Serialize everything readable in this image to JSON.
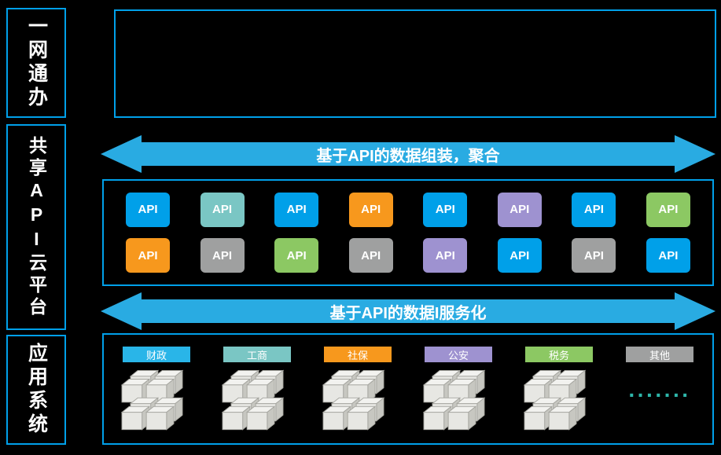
{
  "colors": {
    "background": "#000000",
    "panel_border": "#00a0e9",
    "arrow": "#29abe2",
    "dots": "#2eb6aa"
  },
  "sidebar": {
    "sections": [
      {
        "label": "一网通办"
      },
      {
        "label": "共享API云平台"
      },
      {
        "label": "应用系统"
      }
    ]
  },
  "arrows": {
    "assembly": "基于API的数据组装，聚合",
    "service": "基于API的数据I服务化"
  },
  "api_grid": {
    "rows": [
      [
        {
          "label": "API",
          "color": "#00a0e9"
        },
        {
          "label": "API",
          "color": "#7ac6c4"
        },
        {
          "label": "API",
          "color": "#00a0e9"
        },
        {
          "label": "API",
          "color": "#f7981d"
        },
        {
          "label": "API",
          "color": "#00a0e9"
        },
        {
          "label": "API",
          "color": "#9e92d0"
        },
        {
          "label": "API",
          "color": "#00a0e9"
        },
        {
          "label": "API",
          "color": "#8cc863"
        }
      ],
      [
        {
          "label": "API",
          "color": "#f7981d"
        },
        {
          "label": "API",
          "color": "#9fa0a0"
        },
        {
          "label": "API",
          "color": "#8cc863"
        },
        {
          "label": "API",
          "color": "#9fa0a0"
        },
        {
          "label": "API",
          "color": "#9e92d0"
        },
        {
          "label": "API",
          "color": "#00a0e9"
        },
        {
          "label": "API",
          "color": "#9fa0a0"
        },
        {
          "label": "API",
          "color": "#00a0e9"
        }
      ]
    ]
  },
  "systems": {
    "items": [
      {
        "label": "财政",
        "color": "#29b5e8"
      },
      {
        "label": "工商",
        "color": "#7ac6c4"
      },
      {
        "label": "社保",
        "color": "#f7981d"
      },
      {
        "label": "公安",
        "color": "#9e92d0"
      },
      {
        "label": "税务",
        "color": "#8cc863"
      },
      {
        "label": "其他",
        "color": "#9fa0a0",
        "dots": "·······"
      }
    ]
  }
}
